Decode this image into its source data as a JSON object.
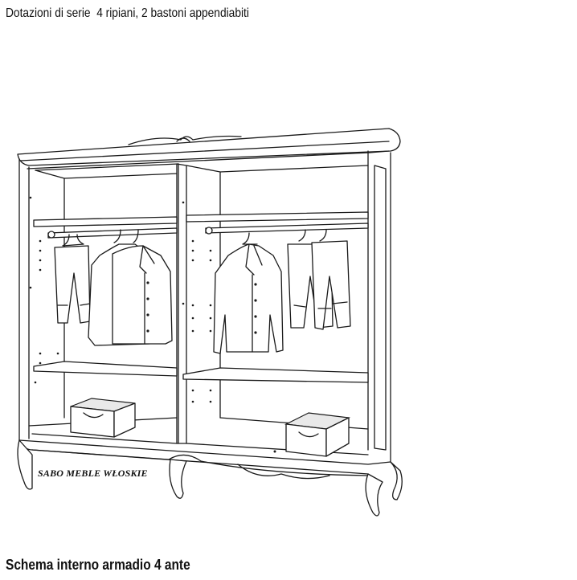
{
  "header": {
    "caption": "Dotazioni di serie  4 ripiani, 2 bastoni appendiabiti"
  },
  "watermark": {
    "text": "SABO MEBLE WŁOSKIE"
  },
  "footer": {
    "caption": "Schema interno armadio 4 ante"
  }
}
